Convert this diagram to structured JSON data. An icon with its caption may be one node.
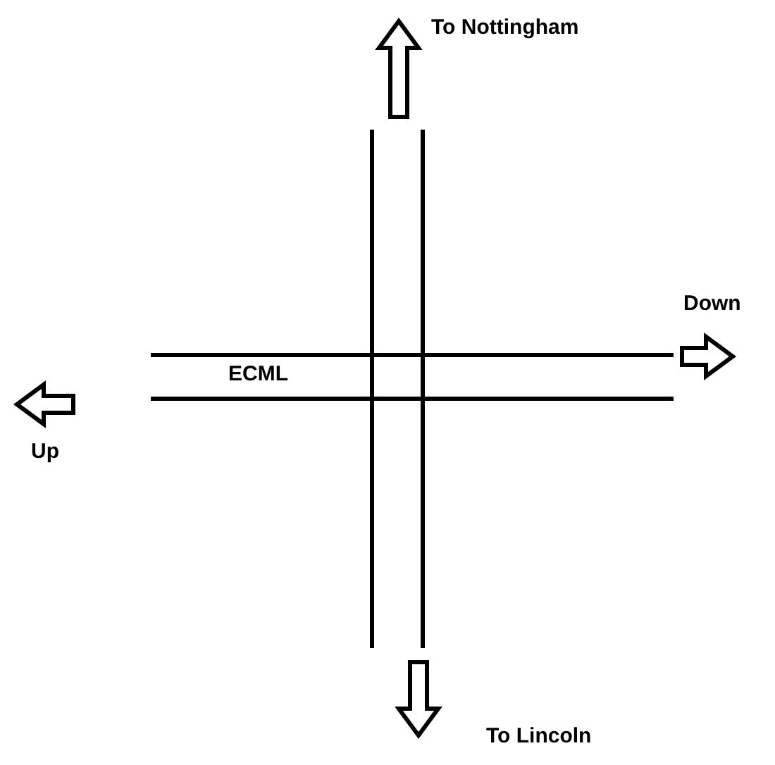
{
  "diagram": {
    "labels": [
      "To Nottingham",
      "Down",
      "ECML",
      "Up",
      "To Lincoln"
    ]
  }
}
